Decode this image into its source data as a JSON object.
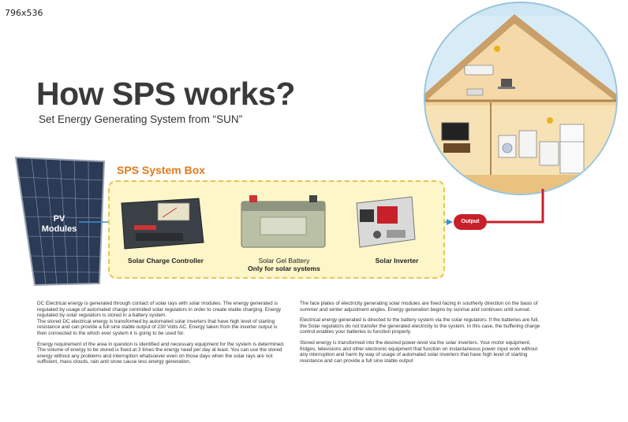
{
  "size_label": "796x536",
  "title": "How SPS works?",
  "subtitle": "Set Energy Generating System from “SUN”",
  "box_title": "SPS System Box",
  "pv_label": [
    "PV",
    "Modules"
  ],
  "components": {
    "controller_label": "Solar Charge Controller",
    "battery_label_line1": "Solar Gel Battery",
    "battery_label_line2": "Only for solar systems",
    "inverter_label": "Solar Inverter"
  },
  "output_label": "Output",
  "colors": {
    "accent_orange": "#e07a1e",
    "output_red": "#c8202a",
    "flow_blue": "#3a8fd8",
    "box_fill": "#fdf6c9"
  },
  "paragraphs_left": [
    "DC Electrical energy is generated through contact of solar rays with solar modules. The energy generated is regulated by usage of automated charge controlled solar regulators in order to create stable charging. Energy regulated by solar regulators is stored in a battery system.",
    "The stored DC electrical energy is transformed by automated solar inverters that have high level of starting resistance and can provide a full sine stable output of 230 Volts AC. Energy taken from the inverter output is then connected to the which ever system it is going to be used for.",
    "Energy requirement of the area in question is identified and necessary equipment for the system is determined. The volume of energy to be stored is fixed at 3 times the energy need per day at least. You can use the stored energy without any problems and interruption whatsoever even on those days when the solar rays are not sufficient, mass clouds, rain and snow cause less energy generation."
  ],
  "paragraphs_right": [
    "The face plates of electricity generating solar modules are fixed facing in southerly direction on the basis of summer and winter adjustment angles. Energy generation begins by sunrise and continues until sunset.",
    "Electrical energy generated is directed to the battery system via the solar regulators. If the batteries are full, the Solar regulators do not transfer the generated electricity to the system. In this case, the buffering charge control enables your batteries to function properly.",
    "Stored energy is transformed into the desired power-level via the solar inverters. Your motor equipment, fridges, televisions and other electronic equipment that function on instantaneous power input work without any interruption and harm by way of usage of automated solar inverters that have high level of starting resistance and can provide a full sine stable output"
  ]
}
